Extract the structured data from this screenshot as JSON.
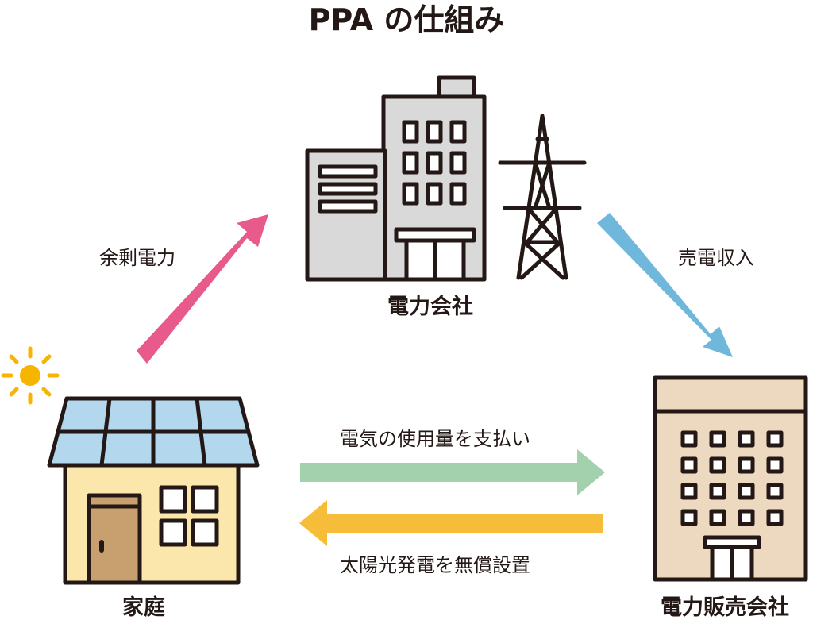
{
  "title": "PPA の仕組み",
  "nodes": {
    "power_company": "電力会社",
    "home": "家庭",
    "retailer": "電力販売会社"
  },
  "flows": {
    "surplus_power": "余剰電力",
    "sales_revenue": "売電収入",
    "pay_usage": "電気の使用量を支払い",
    "free_install": "太陽光発電を無償設置"
  },
  "colors": {
    "surplus_arrow": "#e95a8c",
    "revenue_arrow": "#6fb8dc",
    "payment_arrow": "#a3d1ad",
    "install_arrow": "#f6bd3b",
    "sun": "#f6b500",
    "solar_panel": "#b3d8ee",
    "house_wall": "#fbe7ac",
    "door": "#c8a070",
    "building_gray": "#d9d9d9",
    "retailer_building": "#ecd9c0",
    "outline": "#231815"
  }
}
